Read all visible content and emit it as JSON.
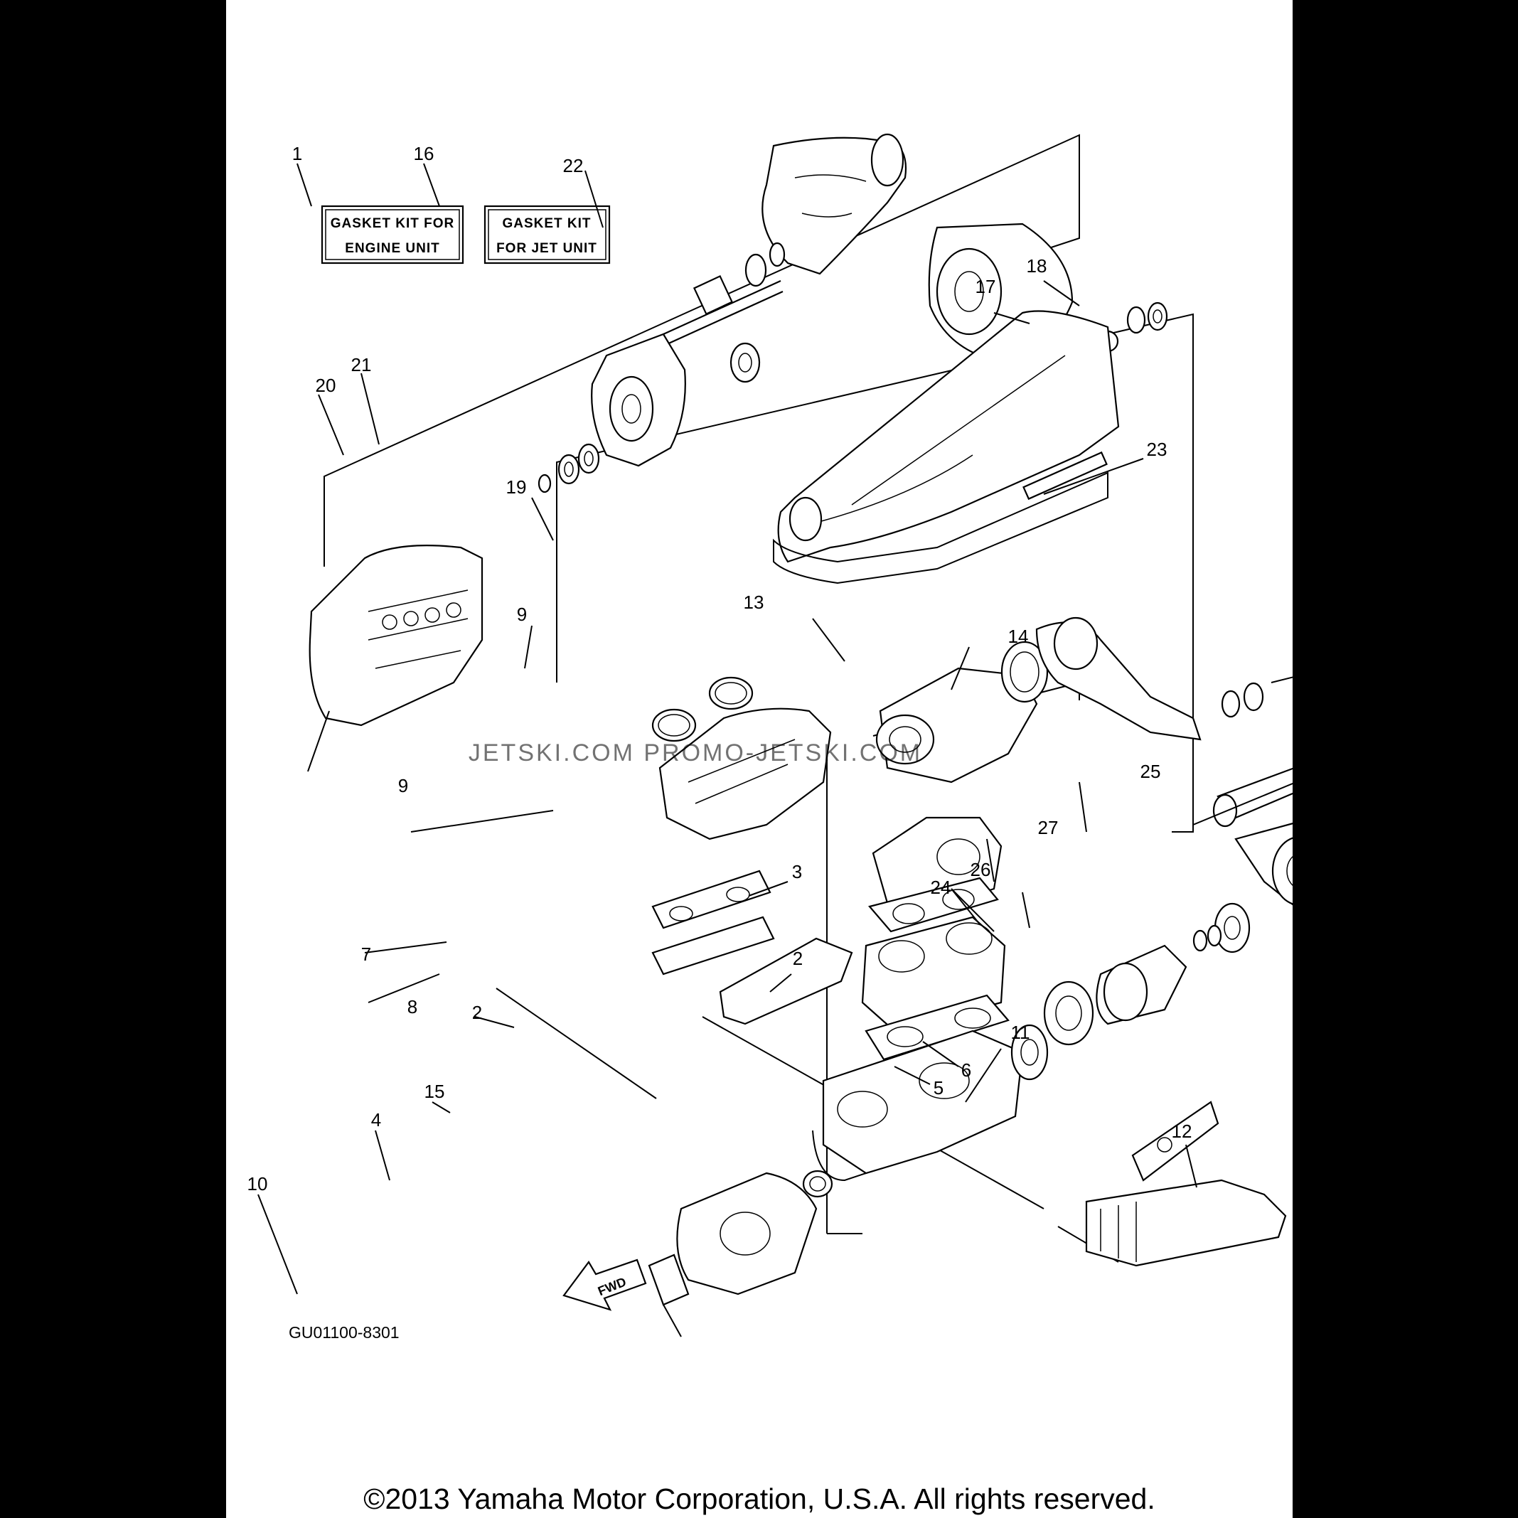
{
  "diagram_code": "GU01100-8301",
  "copyright": "©2013 Yamaha Motor Corporation, U.S.A. All rights reserved.",
  "watermark": "JETSKI.COM PROMO-JETSKI.COM",
  "fwd_label": "FWD",
  "kits": [
    {
      "number": "1",
      "line1": "GASKET KIT FOR",
      "line2": "ENGINE UNIT"
    },
    {
      "number": "16",
      "line1": "GASKET KIT",
      "line2": "FOR JET UNIT"
    }
  ],
  "callouts": [
    "20",
    "21",
    "22",
    "17",
    "18",
    "23",
    "19",
    "13",
    "14",
    "9",
    "9",
    "25",
    "27",
    "3",
    "26",
    "24",
    "7",
    "2",
    "8",
    "2",
    "6",
    "5",
    "11",
    "15",
    "4",
    "12",
    "10"
  ],
  "colors": {
    "background": "#000000",
    "page": "#ffffff",
    "ink": "#000000"
  }
}
